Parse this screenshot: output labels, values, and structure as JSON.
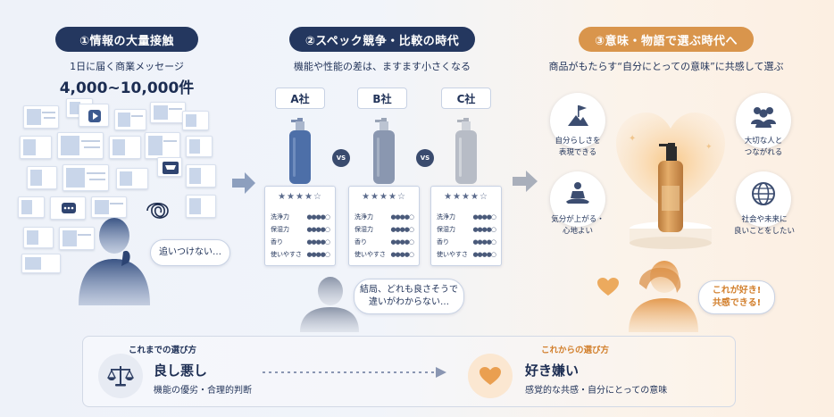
{
  "section1": {
    "badge": "①情報の大量接触",
    "subtitle": "1日に届く商業メッセージ",
    "count": "4,000~10,000件",
    "bubble": "追いつけない…"
  },
  "section2": {
    "badge": "②スペック競争・比較の時代",
    "subtitle": "機能や性能の差は、ますます小さくなる",
    "companies": [
      {
        "label": "A社",
        "color": "#4d6fa8"
      },
      {
        "label": "B社",
        "color": "#8a97b0"
      },
      {
        "label": "C社",
        "color": "#b7bcc6"
      }
    ],
    "vs_label": "VS",
    "stars": "★★★★☆",
    "spec_rows": [
      "洗浄力",
      "保湿力",
      "香り",
      "使いやすさ"
    ],
    "spec_dots": "●●●●○",
    "bubble_line1": "結局、どれも良さそうで",
    "bubble_line2": "違いがわからない…"
  },
  "section3": {
    "badge": "③意味・物語で選ぶ時代へ",
    "subtitle": "商品がもたらす“自分にとっての意味”に共感して選ぶ",
    "values": [
      {
        "line1": "自分らしさを",
        "line2": "表現できる",
        "icon": "flag-icon"
      },
      {
        "line1": "大切な人と",
        "line2": "つながれる",
        "icon": "people-icon"
      },
      {
        "line1": "気分が上がる・",
        "line2": "心地よい",
        "icon": "meditation-icon"
      },
      {
        "line1": "社会や未来に",
        "line2": "良いことをしたい",
        "icon": "globe-icon"
      }
    ],
    "bubble_line1": "これが好き!",
    "bubble_line2": "共感できる!"
  },
  "bottom": {
    "past_heading": "これまでの選び方",
    "past_title": "良し悪し",
    "past_desc": "機能の優劣・合理的判断",
    "future_heading": "これからの選び方",
    "future_title": "好き嫌い",
    "future_desc": "感覚的な共感・自分にとっての意味"
  },
  "colors": {
    "navy": "#24375f",
    "orange": "#d9954c",
    "accent_orange_text": "#d27f2c"
  }
}
